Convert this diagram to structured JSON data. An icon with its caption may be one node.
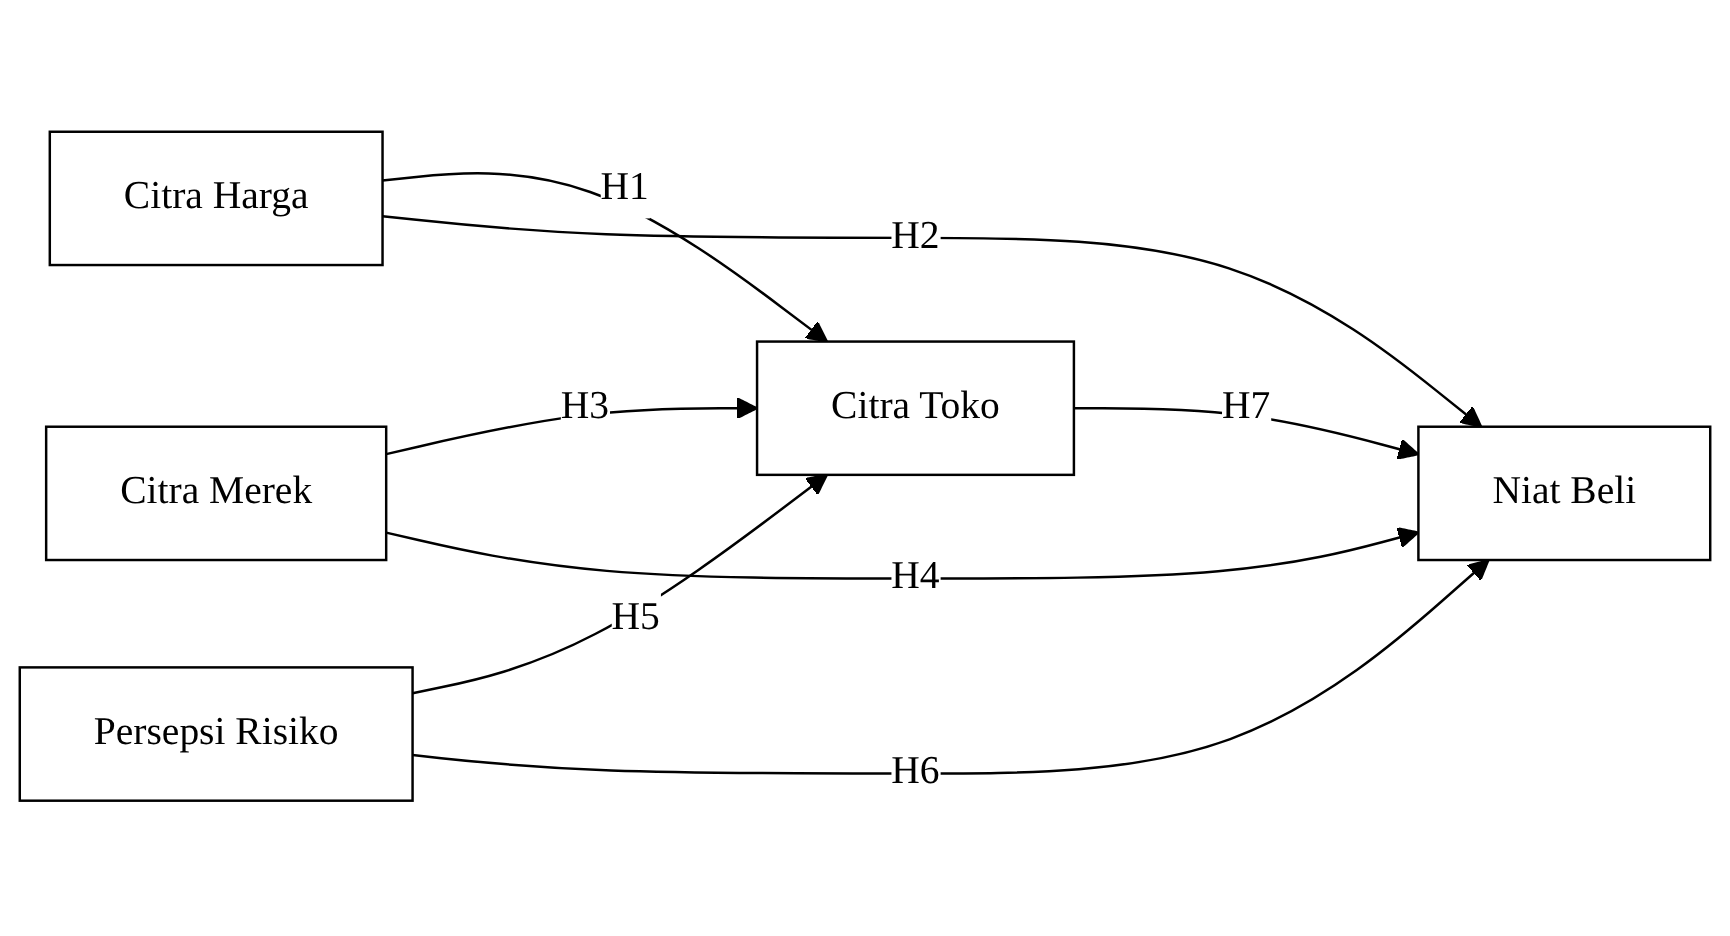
{
  "diagram": {
    "nodes": [
      {
        "text": [
          "Citra Harga"
        ]
      },
      {
        "text": [
          "Citra Merek"
        ]
      },
      {
        "text": [
          "Persepsi Risiko"
        ]
      },
      {
        "text": [
          "Citra Toko"
        ]
      },
      {
        "text": [
          "Niat Beli"
        ]
      }
    ],
    "edges": [
      {
        "from": 0,
        "to": 3,
        "arrow": "to",
        "label": "H1"
      },
      {
        "from": 0,
        "to": 4,
        "arrow": "to",
        "label": "H2"
      },
      {
        "from": 1,
        "to": 3,
        "arrow": "to",
        "label": "H3"
      },
      {
        "from": 1,
        "to": 4,
        "arrow": "to",
        "label": "H4"
      },
      {
        "from": 2,
        "to": 3,
        "arrow": "to",
        "label": "H5"
      },
      {
        "from": 2,
        "to": 4,
        "arrow": "to",
        "label": "H6"
      },
      {
        "from": 3,
        "to": 4,
        "arrow": "to",
        "label": "H7"
      }
    ]
  }
}
